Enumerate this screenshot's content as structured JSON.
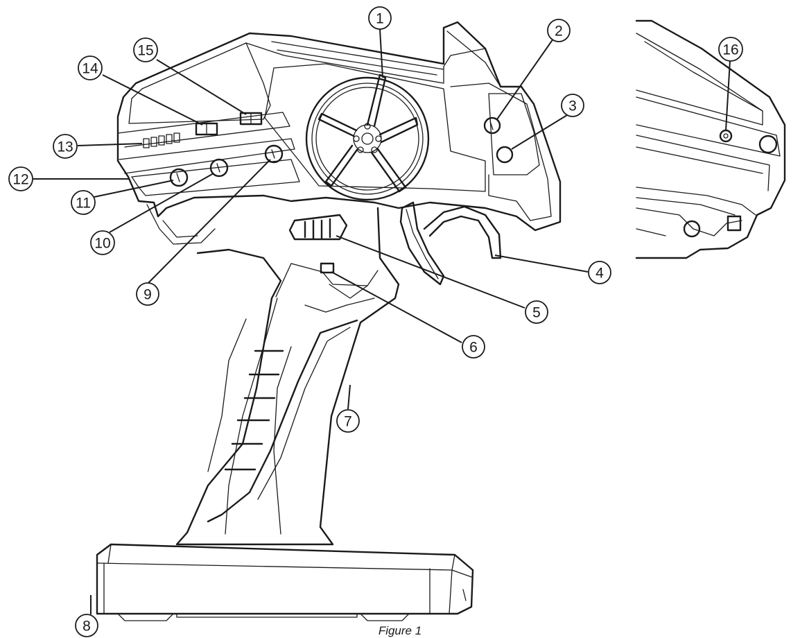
{
  "callouts": [
    {
      "label": "1"
    },
    {
      "label": "2"
    },
    {
      "label": "3"
    },
    {
      "label": "4"
    },
    {
      "label": "5"
    },
    {
      "label": "6"
    },
    {
      "label": "7"
    },
    {
      "label": "8"
    },
    {
      "label": "9"
    },
    {
      "label": "10"
    },
    {
      "label": "11"
    },
    {
      "label": "12"
    },
    {
      "label": "13"
    },
    {
      "label": "14"
    },
    {
      "label": "15"
    },
    {
      "label": "16"
    }
  ],
  "caption": "Figure 1",
  "colors": {
    "line": "#1a1a1a",
    "background": "#ffffff"
  }
}
